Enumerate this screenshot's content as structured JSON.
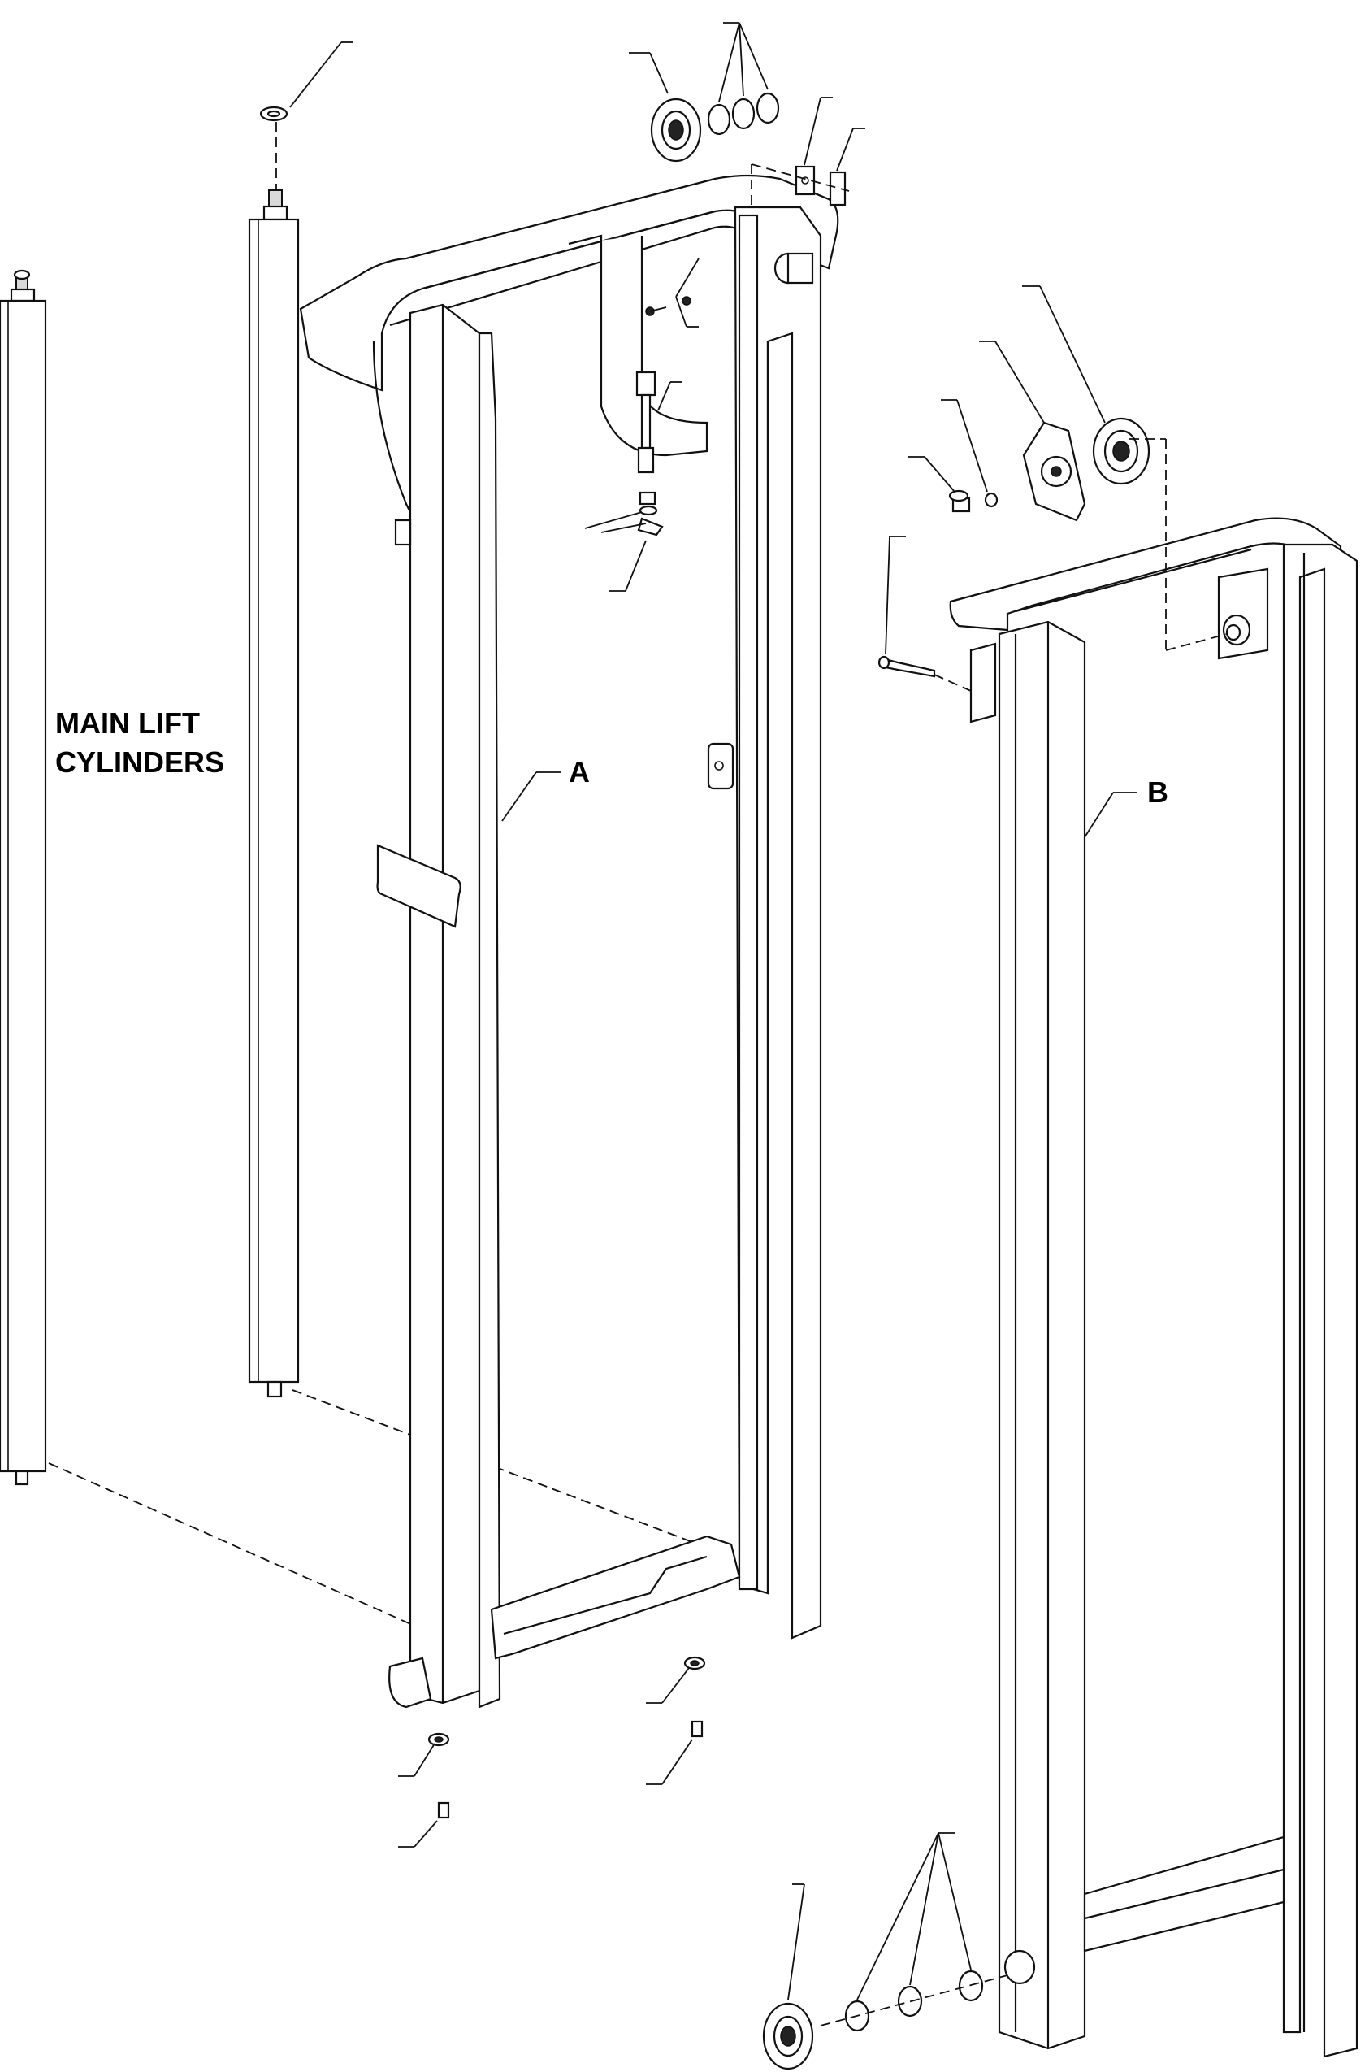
{
  "labels": {
    "main_lift_line1": "MAIN LIFT",
    "main_lift_line2": "CYLINDERS",
    "assembly_a": "A",
    "assembly_b": "B"
  }
}
